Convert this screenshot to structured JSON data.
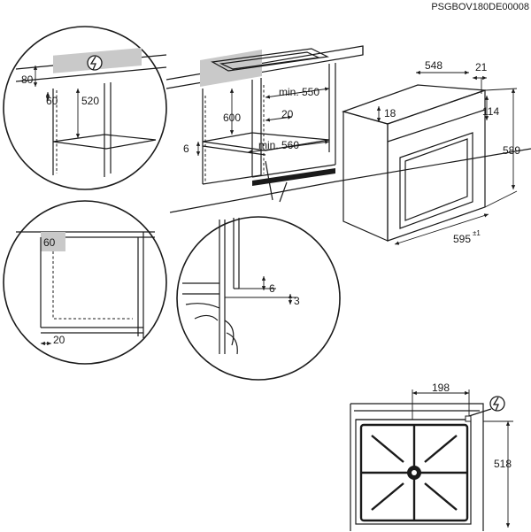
{
  "document_code": "PSGBOV180DE00008",
  "dimensions": {
    "d_80": "80",
    "d_60_top": "60",
    "d_520": "520",
    "d_600": "600",
    "d_min_550": "min. 550",
    "d_20_top": "20",
    "d_6_left": "6",
    "d_min_560": "min. 560",
    "d_548": "548",
    "d_21": "21",
    "d_18": "18",
    "d_114": "114",
    "d_589": "589",
    "d_595": "595",
    "d_595_tol": "±1",
    "d_60_bottom": "60",
    "d_20_bottom": "20",
    "d_6_detail": "6",
    "d_3_detail": "3",
    "d_198": "198",
    "d_518": "518"
  }
}
